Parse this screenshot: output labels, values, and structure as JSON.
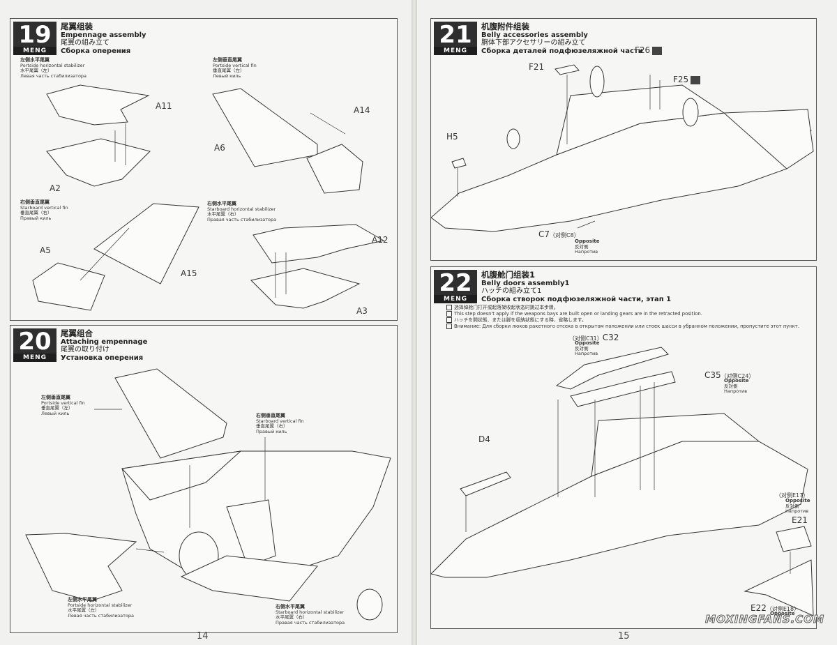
{
  "pages": {
    "left_number": "14",
    "right_number": "15"
  },
  "brand": "MENG",
  "steps": {
    "s19": {
      "num": "19",
      "zh": "尾翼组装",
      "en": "Empennage assembly",
      "jp": "尾翼の組み立て",
      "ru": "Сборка оперения"
    },
    "s20": {
      "num": "20",
      "zh": "尾翼组合",
      "en": "Attaching empennage",
      "jp": "尾翼の取り付け",
      "ru": "Установка оперения"
    },
    "s21": {
      "num": "21",
      "zh": "机腹附件组装",
      "en": "Belly accessories assembly",
      "jp": "胴体下部アクセサリーの組み立て",
      "ru": "Сборка деталей подфюзеляжной части"
    },
    "s22": {
      "num": "22",
      "zh": "机腹舱门组装1",
      "en": "Belly doors assembly1",
      "jp": "ハッチの組み立て1",
      "ru": "Сборка створок подфюзеляжной части, этап 1"
    }
  },
  "captions": {
    "port_hstab": {
      "zh": "左侧水平尾翼",
      "en": "Portside horizontal stabilizer",
      "jp": "水平尾翼（左）",
      "ru": "Левая часть стабилизатора"
    },
    "port_vfin": {
      "zh": "左侧垂直尾翼",
      "en": "Portside vertical fin",
      "jp": "垂直尾翼（左）",
      "ru": "Левый киль"
    },
    "stbd_vfin": {
      "zh": "右侧垂直尾翼",
      "en": "Starboard vertical fin",
      "jp": "垂直尾翼（右）",
      "ru": "Правый киль"
    },
    "stbd_hstab": {
      "zh": "右侧水平尾翼",
      "en": "Starboard horizontal stabilizer",
      "jp": "水平尾翼（右）",
      "ru": "Правая часть стабилизатора"
    }
  },
  "parts19": [
    "A11",
    "A2",
    "A6",
    "A14",
    "A5",
    "A15",
    "A12",
    "A3"
  ],
  "parts21": {
    "f21": "F21",
    "f26": "F26",
    "f25": "F25",
    "h5": "H5",
    "c7": "C7",
    "c7_ref": "（对侧C8）"
  },
  "parts22": {
    "c32": "C32",
    "c32_ref": "（对侧C31）",
    "c35": "C35",
    "c35_ref": "（对侧C24）",
    "d4": "D4",
    "e21": "E21",
    "e21_ref": "（对侧E17）",
    "e22": "E22",
    "e22_ref": "（对侧E18）"
  },
  "opposite": {
    "en": "Opposite",
    "jp": "反対側",
    "ru": "Напротив"
  },
  "notes22": [
    "选择弹舱门打开或起落架收起状态时跳过本步骤。",
    "This step doesn't apply if the weapons bays are built open or landing gears are in the retracted position.",
    "ハッチを開状態、または脚を収納状態にする時、省略します。",
    "Внимание: Для сборки люков ракетного отсека в открытом положении или стоек шасси в убранном положении, пропустите этот пункт."
  ],
  "watermark": "MOXINGFANS.COM"
}
